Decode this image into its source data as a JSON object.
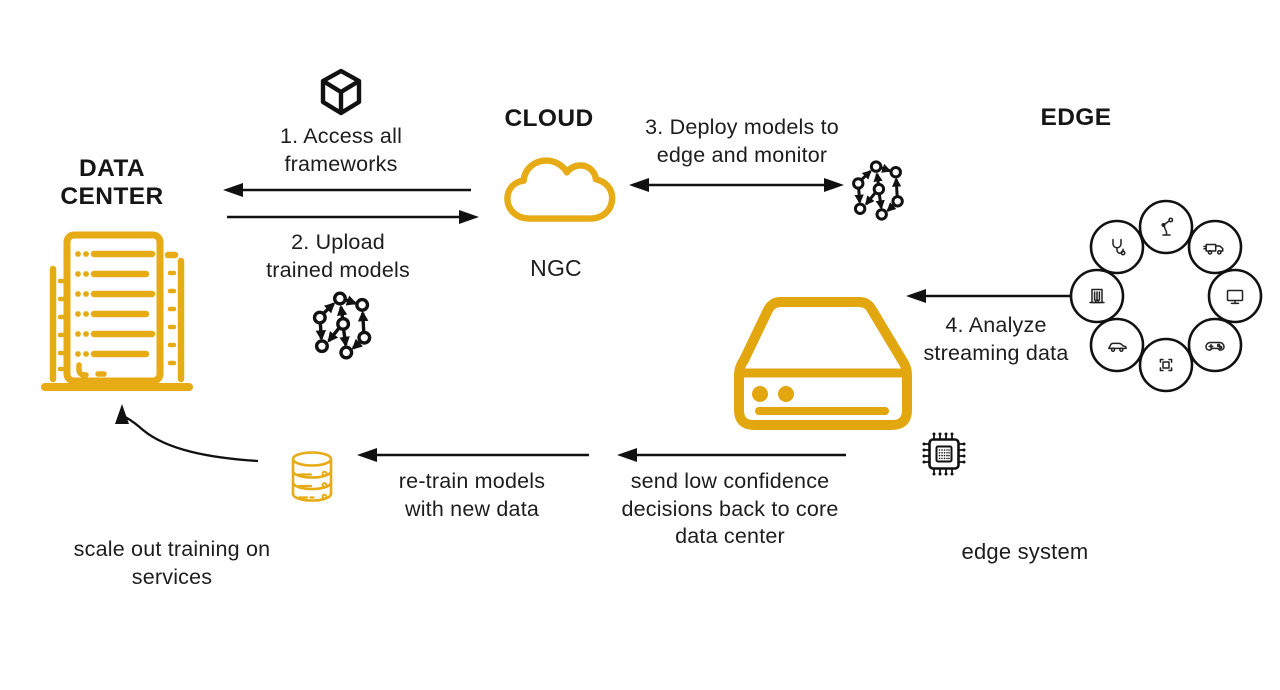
{
  "colors": {
    "accent": "#E6AB15",
    "ink": "#1D1D1D"
  },
  "headings": {
    "data_center": "DATA\nCENTER",
    "cloud": "CLOUD",
    "edge": "EDGE"
  },
  "labels": {
    "ngc": "NGC",
    "edge_system": "edge system"
  },
  "steps": [
    {
      "label": "1. Access all\nframeworks"
    },
    {
      "label": "2. Upload\ntrained models"
    },
    {
      "label": "3. Deploy models to\nedge and monitor"
    },
    {
      "label": "4. Analyze\nstreaming data"
    }
  ],
  "annotations": {
    "retrain": "re-train models\nwith new data",
    "send_low_confidence": "send low confidence\ndecisions back to core\ndata center",
    "scale_out": "scale out training on\nservices"
  },
  "icons": {
    "framework_cube": "cube-package-icon",
    "cloud": "cloud-outline-icon",
    "model_graph": "directed-graph-model-icon",
    "data_center_rack": "server-rack-building-icon",
    "edge_server": "edge-appliance-icon",
    "database": "database-cylinder-icon",
    "chip": "gpu-chip-icon",
    "edge_ring": [
      "stethoscope",
      "robot-arm",
      "delivery-truck",
      "monitor",
      "gamepad",
      "marker-frame",
      "car",
      "factory-building"
    ]
  }
}
